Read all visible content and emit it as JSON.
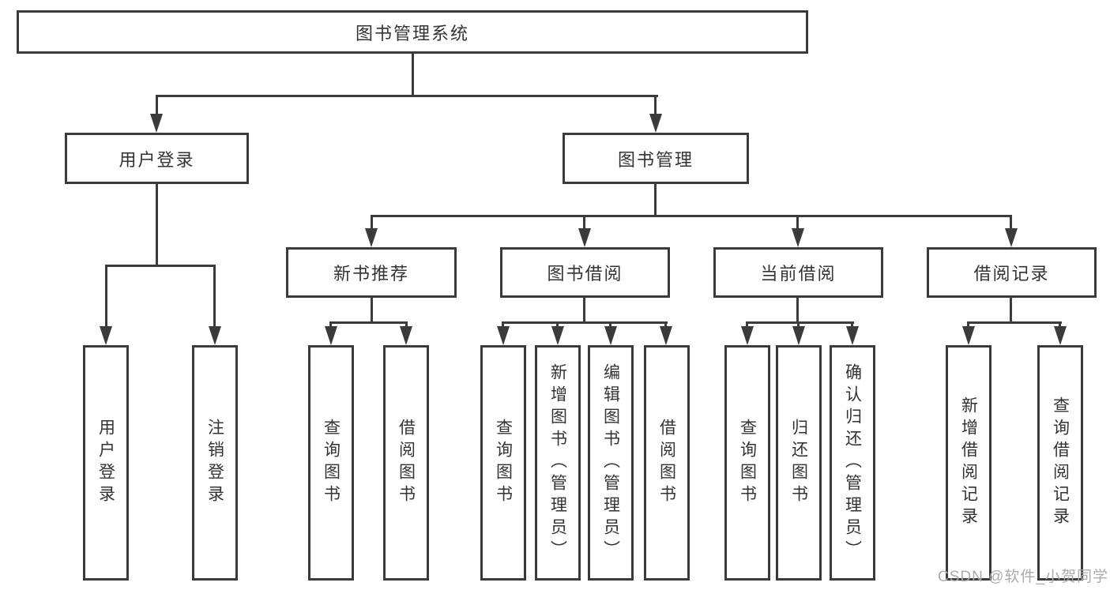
{
  "nodes": {
    "root": "图书管理系统",
    "user_login": "用户登录",
    "book_management": "图书管理",
    "new_book_recommend": "新书推荐",
    "book_borrowing": "图书借阅",
    "current_borrowing": "当前借阅",
    "borrowing_records": "借阅记录",
    "leaf_user_login": "用户登录",
    "leaf_logout": "注销登录",
    "leaf_query_books_recommend": "查询图书",
    "leaf_borrow_books_recommend": "借阅图书",
    "leaf_query_books_borrowing": "查询图书",
    "leaf_add_books_admin": "新增图书（管理员）",
    "leaf_edit_books_admin": "编辑图书（管理员）",
    "leaf_borrow_books_borrowing": "借阅图书",
    "leaf_query_books_current": "查询图书",
    "leaf_return_books": "归还图书",
    "leaf_confirm_return_admin": "确认归还（管理员）",
    "leaf_add_borrow_record": "新增借阅记录",
    "leaf_query_borrow_record": "查询借阅记录"
  },
  "watermark": "CSDN @软件_小贺同学",
  "colors": {
    "line": "#3b3b3b",
    "text": "#333333",
    "box_fill": "#ffffff",
    "background": "#ffffff",
    "watermark": "#ababab"
  }
}
